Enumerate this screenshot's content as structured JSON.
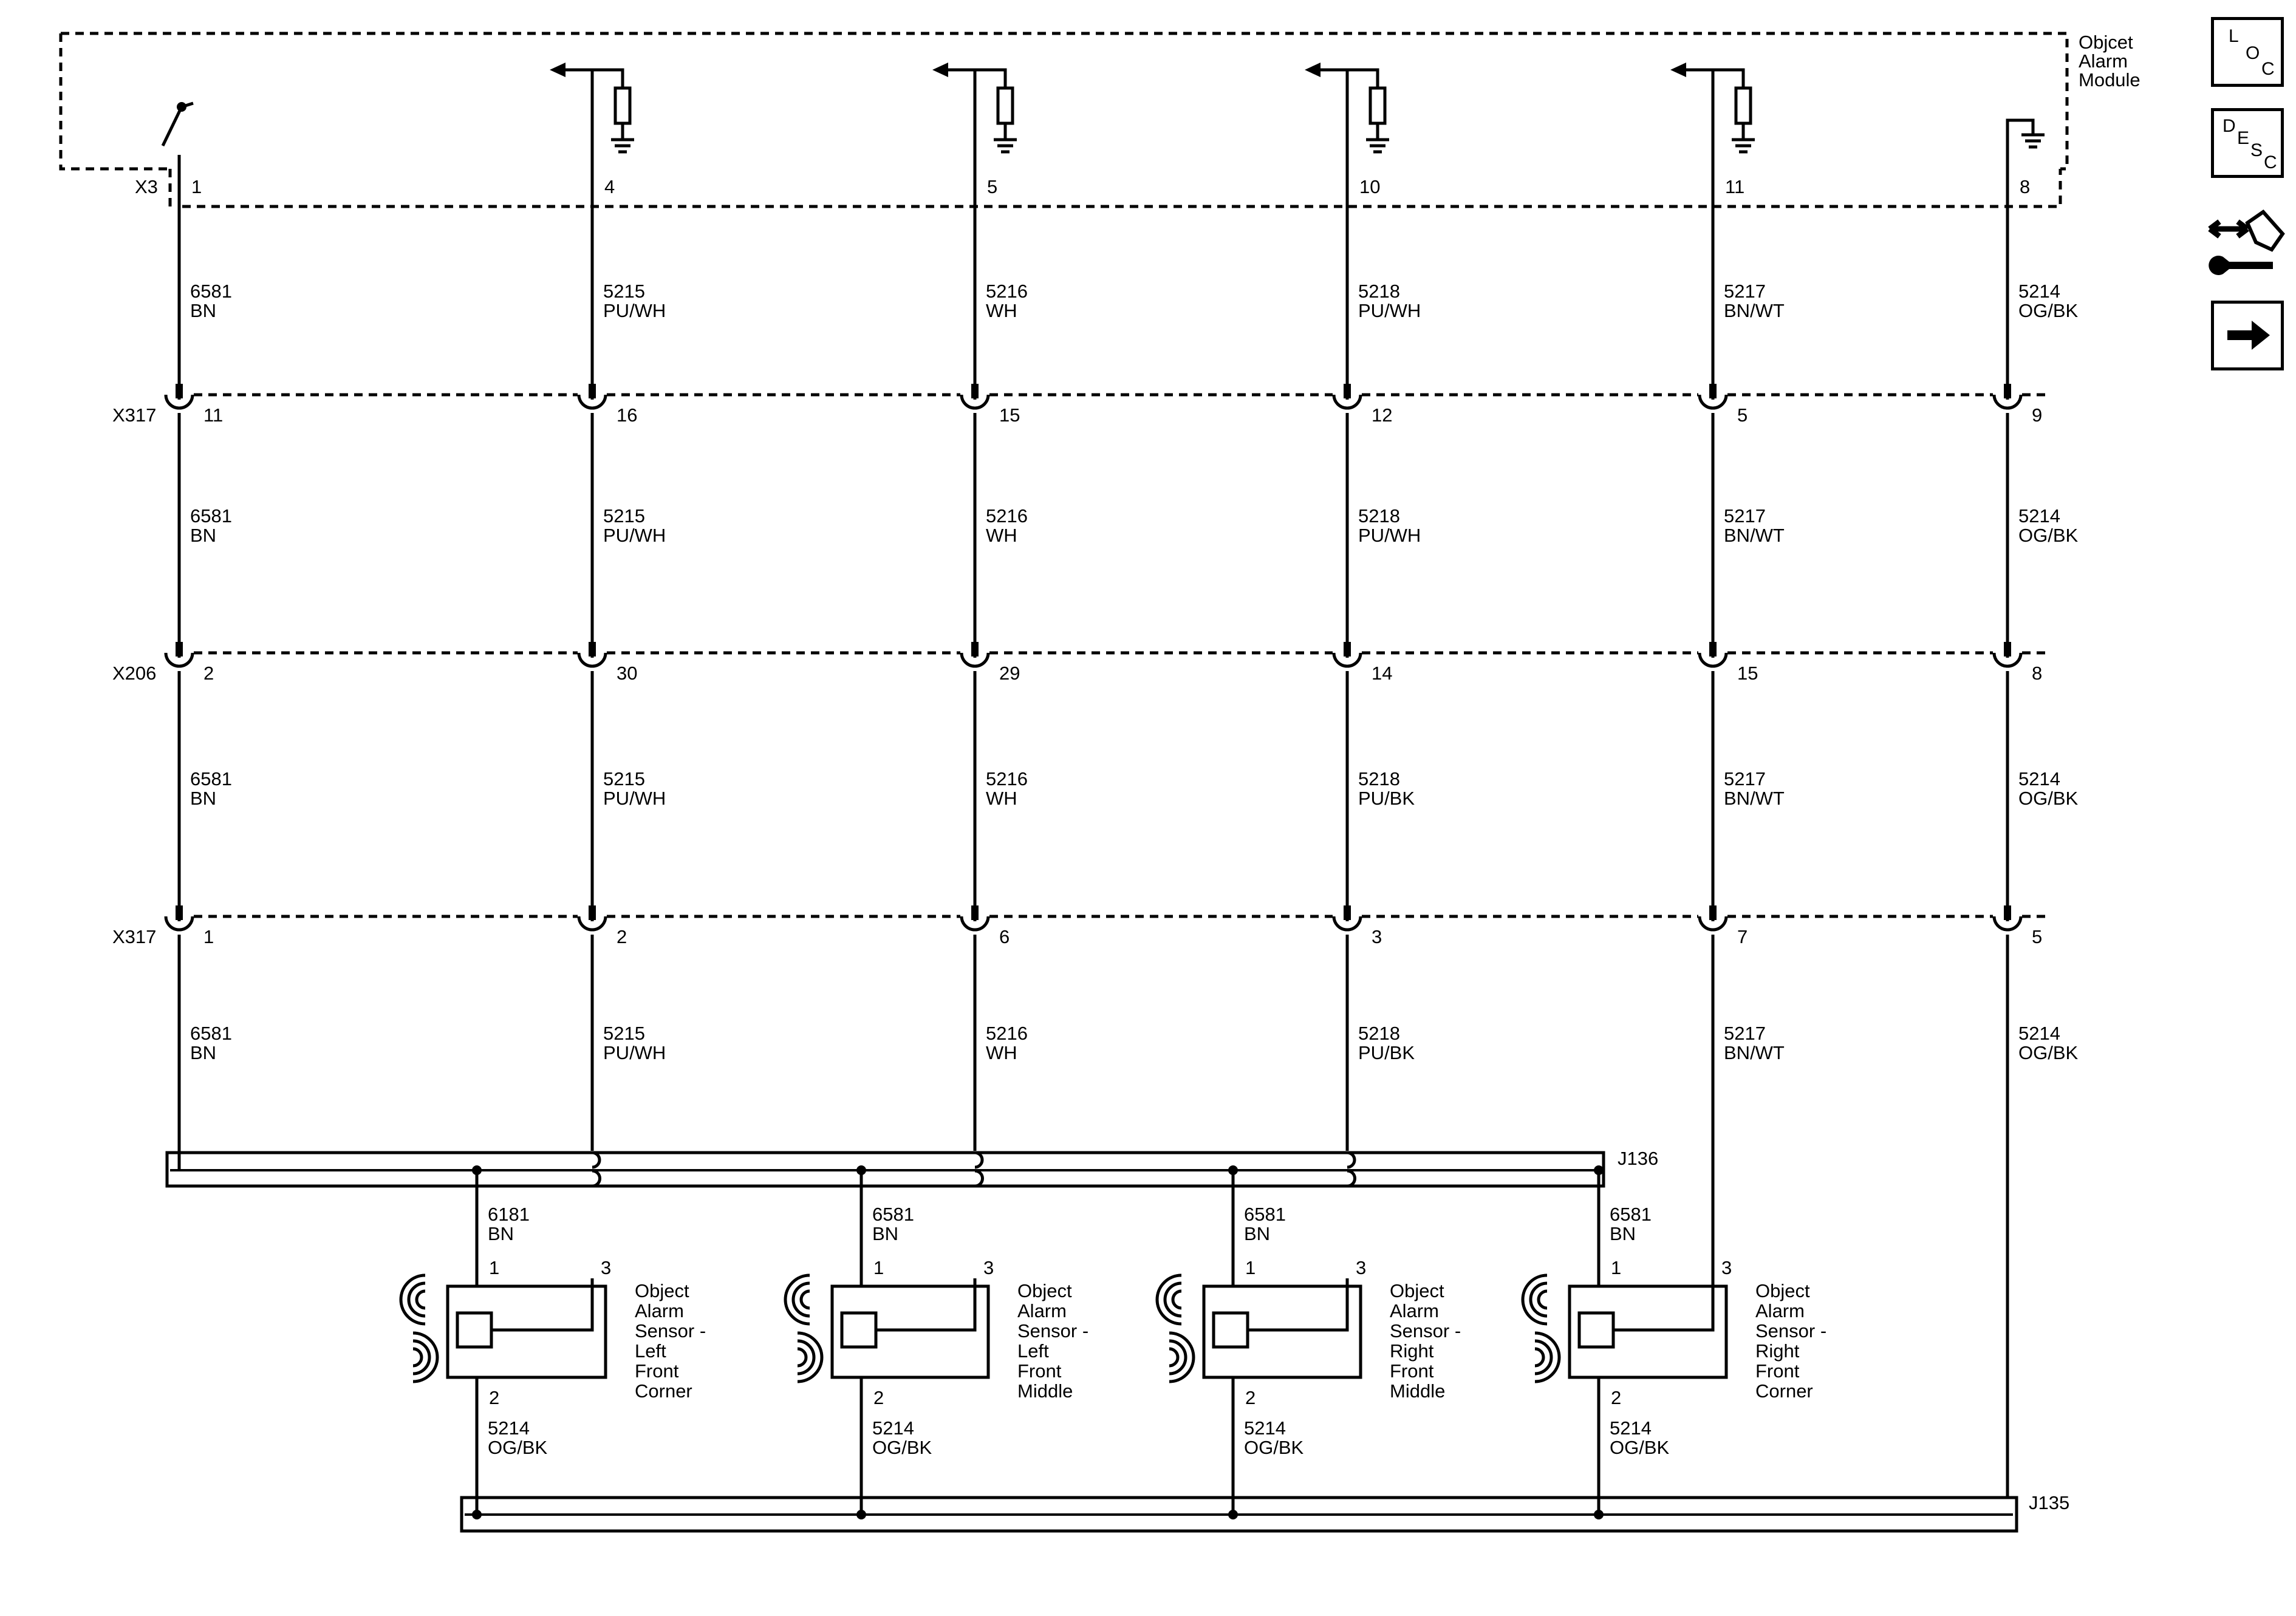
{
  "module": {
    "name_lines": [
      "Objcet",
      "Alarm",
      "Module"
    ]
  },
  "connectors": {
    "x3": "X3",
    "row1": "X317",
    "row2": "X206",
    "row3": "X317"
  },
  "splices": {
    "top": "J136",
    "bottom": "J135"
  },
  "circuits": [
    {
      "x3_pin": "1",
      "row1_pin": "11",
      "row2_pin": "2",
      "row3_pin": "1",
      "segments": [
        {
          "num": "6581",
          "color": "BN"
        },
        {
          "num": "6581",
          "color": "BN"
        },
        {
          "num": "6581",
          "color": "BN"
        },
        {
          "num": "6581",
          "color": "BN"
        }
      ]
    },
    {
      "x3_pin": "4",
      "row1_pin": "16",
      "row2_pin": "30",
      "row3_pin": "2",
      "segments": [
        {
          "num": "5215",
          "color": "PU/WH"
        },
        {
          "num": "5215",
          "color": "PU/WH"
        },
        {
          "num": "5215",
          "color": "PU/WH"
        },
        {
          "num": "5215",
          "color": "PU/WH"
        }
      ]
    },
    {
      "x3_pin": "5",
      "row1_pin": "15",
      "row2_pin": "29",
      "row3_pin": "6",
      "segments": [
        {
          "num": "5216",
          "color": "WH"
        },
        {
          "num": "5216",
          "color": "WH"
        },
        {
          "num": "5216",
          "color": "WH"
        },
        {
          "num": "5216",
          "color": "WH"
        }
      ]
    },
    {
      "x3_pin": "10",
      "row1_pin": "12",
      "row2_pin": "14",
      "row3_pin": "3",
      "segments": [
        {
          "num": "5218",
          "color": "PU/WH"
        },
        {
          "num": "5218",
          "color": "PU/WH"
        },
        {
          "num": "5218",
          "color": "PU/BK"
        },
        {
          "num": "5218",
          "color": "PU/BK"
        }
      ]
    },
    {
      "x3_pin": "11",
      "row1_pin": "5",
      "row2_pin": "15",
      "row3_pin": "7",
      "segments": [
        {
          "num": "5217",
          "color": "BN/WT"
        },
        {
          "num": "5217",
          "color": "BN/WT"
        },
        {
          "num": "5217",
          "color": "BN/WT"
        },
        {
          "num": "5217",
          "color": "BN/WT"
        }
      ]
    },
    {
      "x3_pin": "8",
      "row1_pin": "9",
      "row2_pin": "8",
      "row3_pin": "5",
      "segments": [
        {
          "num": "5214",
          "color": "OG/BK"
        },
        {
          "num": "5214",
          "color": "OG/BK"
        },
        {
          "num": "5214",
          "color": "OG/BK"
        },
        {
          "num": "5214",
          "color": "OG/BK"
        }
      ]
    }
  ],
  "sensors": [
    {
      "name_lines": [
        "Object",
        "Alarm",
        "Sensor -",
        "Left",
        "Front",
        "Corner"
      ],
      "pin1": "1",
      "pin2": "2",
      "pin3": "3",
      "in_wire": {
        "num": "6181",
        "color": "BN"
      },
      "out_wire": {
        "num": "5214",
        "color": "OG/BK"
      }
    },
    {
      "name_lines": [
        "Object",
        "Alarm",
        "Sensor -",
        "Left",
        "Front",
        "Middle"
      ],
      "pin1": "1",
      "pin2": "2",
      "pin3": "3",
      "in_wire": {
        "num": "6581",
        "color": "BN"
      },
      "out_wire": {
        "num": "5214",
        "color": "OG/BK"
      }
    },
    {
      "name_lines": [
        "Object",
        "Alarm",
        "Sensor -",
        "Right",
        "Front",
        "Middle"
      ],
      "pin1": "1",
      "pin2": "2",
      "pin3": "3",
      "in_wire": {
        "num": "6581",
        "color": "BN"
      },
      "out_wire": {
        "num": "5214",
        "color": "OG/BK"
      }
    },
    {
      "name_lines": [
        "Object",
        "Alarm",
        "Sensor -",
        "Right",
        "Front",
        "Corner"
      ],
      "pin1": "1",
      "pin2": "2",
      "pin3": "3",
      "in_wire": {
        "num": "6581",
        "color": "BN"
      },
      "out_wire": {
        "num": "5214",
        "color": "OG/BK"
      }
    }
  ],
  "side_buttons": {
    "loc": [
      "L",
      "O",
      "C"
    ],
    "desc": [
      "D",
      "E",
      "S",
      "C"
    ]
  },
  "icons": {
    "connector_end_view": "connector-end-view-icon",
    "next": "arrow-right-icon"
  }
}
